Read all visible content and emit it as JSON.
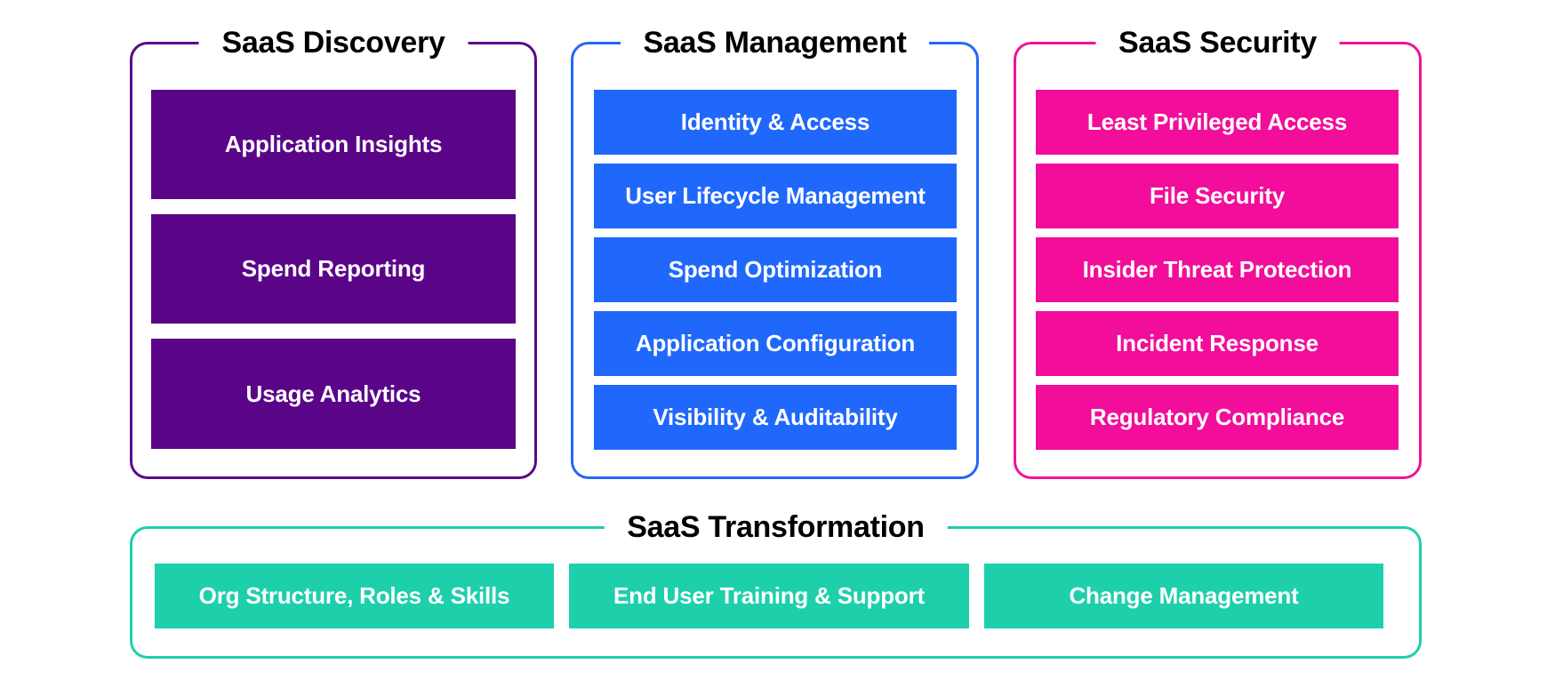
{
  "groups": {
    "discovery": {
      "title": "SaaS Discovery",
      "color": "#5a0588",
      "items": [
        "Application Insights",
        "Spend Reporting",
        "Usage Analytics"
      ]
    },
    "management": {
      "title": "SaaS Management",
      "color": "#2068fb",
      "items": [
        "Identity & Access",
        "User Lifecycle Management",
        "Spend Optimization",
        "Application Configuration",
        "Visibility & Auditability"
      ]
    },
    "security": {
      "title": "SaaS Security",
      "color": "#f20d9a",
      "items": [
        "Least Privileged Access",
        "File Security",
        "Insider Threat Protection",
        "Incident Response",
        "Regulatory Compliance"
      ]
    },
    "transformation": {
      "title": "SaaS Transformation",
      "color": "#1ecfac",
      "items": [
        "Org Structure, Roles & Skills",
        "End User Training & Support",
        "Change Management"
      ]
    }
  }
}
